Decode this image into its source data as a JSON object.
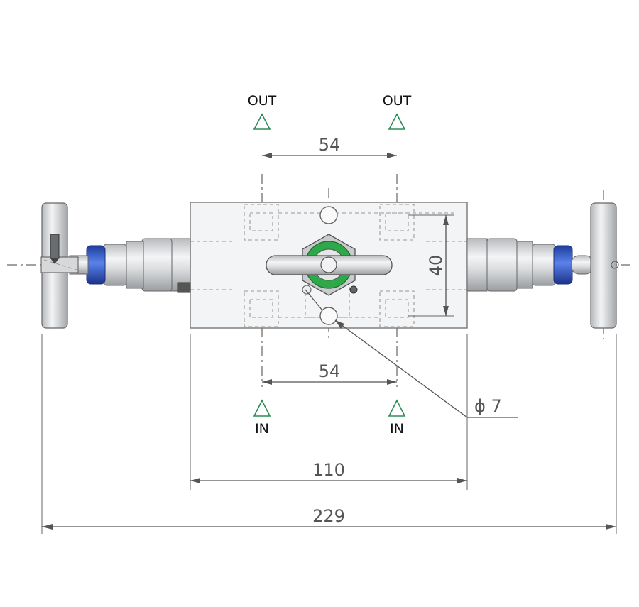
{
  "ports": {
    "out_left": "OUT",
    "out_right": "OUT",
    "in_left": "IN",
    "in_right": "IN"
  },
  "dimensions": {
    "top_spacing": "54",
    "bottom_spacing": "54",
    "body_height": "40",
    "body_width": "110",
    "overall_width": "229",
    "hole_diameter": "ϕ 7"
  },
  "colors": {
    "triangle": "#2e8b57",
    "seal_blue": "#2f56c8",
    "green_indicator": "#2fa84a",
    "steel": "#d4d6d8"
  }
}
